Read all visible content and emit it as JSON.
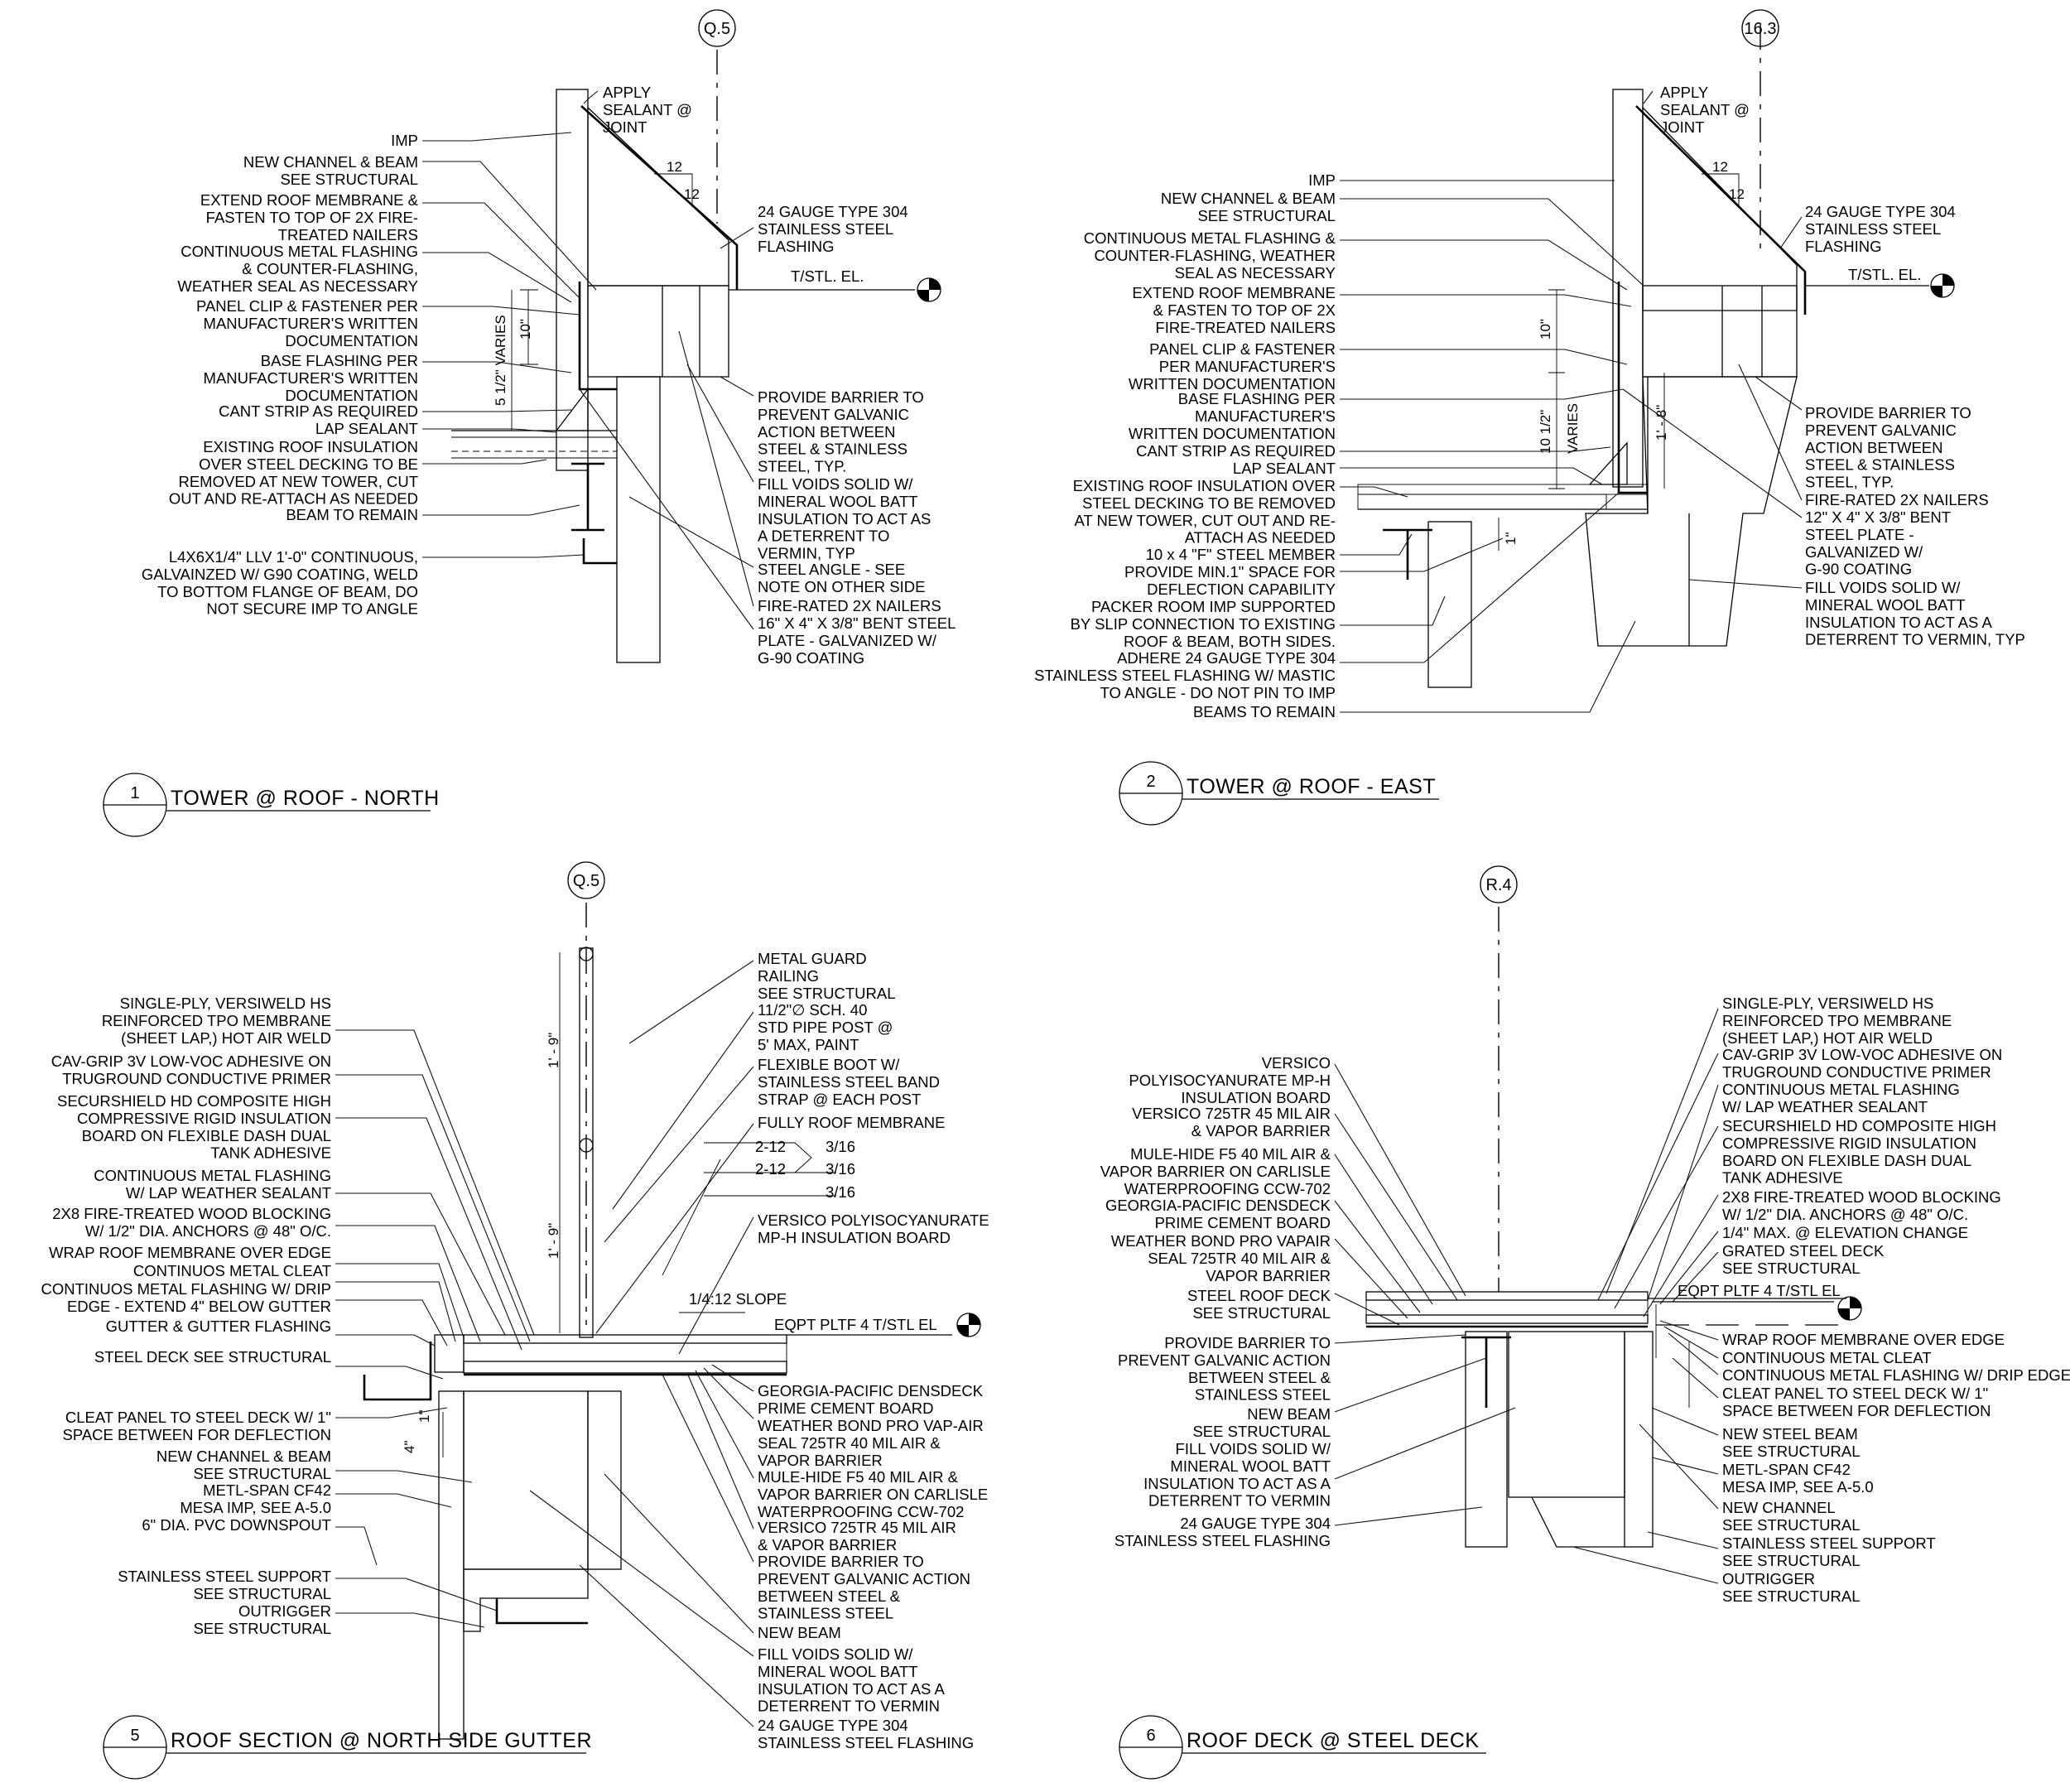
{
  "sheet": {
    "details": [
      {
        "id": "d1",
        "number": "1",
        "title": "TOWER @ ROOF - NORTH",
        "grid_bubble": "Q.5",
        "elevation_marker": "T/STL. EL.",
        "slope": [
          "12",
          "12"
        ],
        "dims": [
          "10\"",
          "5 1/2\" VARIES"
        ],
        "left_notes": [
          "IMP",
          "NEW CHANNEL & BEAM\nSEE STRUCTURAL",
          "EXTEND ROOF MEMBRANE &\nFASTEN TO TOP OF 2X FIRE-\nTREATED NAILERS",
          "CONTINUOUS METAL FLASHING\n& COUNTER-FLASHING,\nWEATHER SEAL AS NECESSARY",
          "PANEL CLIP & FASTENER PER\nMANUFACTURER'S WRITTEN\nDOCUMENTATION",
          "BASE FLASHING PER\nMANUFACTURER'S WRITTEN\nDOCUMENTATION",
          "CANT STRIP AS REQUIRED",
          "LAP SEALANT",
          "EXISTING ROOF INSULATION\nOVER STEEL DECKING TO BE\nREMOVED AT NEW TOWER, CUT\nOUT AND RE-ATTACH AS NEEDED",
          "BEAM TO REMAIN",
          "L4X6X1/4\" LLV 1'-0\" CONTINUOUS,\nGALVAINZED W/ G90 COATING, WELD\nTO BOTTOM FLANGE OF BEAM, DO\nNOT SECURE IMP TO ANGLE"
        ],
        "right_notes": [
          "APPLY\nSEALANT @\nJOINT",
          "24 GAUGE TYPE 304\nSTAINLESS STEEL\nFLASHING",
          "PROVIDE BARRIER TO\nPREVENT GALVANIC\nACTION BETWEEN\nSTEEL & STAINLESS\nSTEEL, TYP.",
          "FILL VOIDS SOLID W/\nMINERAL WOOL BATT\nINSULATION TO ACT AS\nA DETERRENT TO\nVERMIN, TYP",
          "STEEL ANGLE - SEE\nNOTE ON OTHER SIDE",
          "FIRE-RATED 2X NAILERS",
          "16\" X 4\" X 3/8\" BENT STEEL\nPLATE - GALVANIZED W/\nG-90 COATING"
        ]
      },
      {
        "id": "d2",
        "number": "2",
        "title": "TOWER @ ROOF - EAST",
        "grid_bubble": "16.3",
        "elevation_marker": "T/STL. EL.",
        "slope": [
          "12",
          "12"
        ],
        "dims": [
          "10\"",
          "10 1/2\"",
          "VARIES",
          "1' - 8\"",
          "1\""
        ],
        "left_notes": [
          "IMP",
          "NEW CHANNEL & BEAM\nSEE STRUCTURAL",
          "CONTINUOUS METAL FLASHING &\nCOUNTER-FLASHING, WEATHER\nSEAL AS NECESSARY",
          "EXTEND ROOF MEMBRANE\n& FASTEN TO TOP OF 2X\nFIRE-TREATED NAILERS",
          "PANEL CLIP & FASTENER\nPER MANUFACTURER'S\nWRITTEN DOCUMENTATION",
          "BASE FLASHING PER\nMANUFACTURER'S\nWRITTEN DOCUMENTATION",
          "CANT STRIP AS REQUIRED",
          "LAP SEALANT",
          "EXISTING ROOF INSULATION OVER\nSTEEL DECKING TO BE REMOVED\nAT NEW TOWER, CUT OUT AND RE-\nATTACH AS NEEDED",
          "10 x 4 \"F\" STEEL MEMBER",
          "PROVIDE MIN.1\" SPACE FOR\nDEFLECTION CAPABILITY",
          "PACKER ROOM IMP SUPPORTED\nBY SLIP CONNECTION TO EXISTING\nROOF & BEAM, BOTH SIDES.",
          "ADHERE 24 GAUGE TYPE 304\nSTAINLESS STEEL FLASHING W/ MASTIC\nTO ANGLE - DO NOT PIN TO IMP",
          "BEAMS TO REMAIN"
        ],
        "right_notes": [
          "APPLY\nSEALANT @\nJOINT",
          "24 GAUGE TYPE 304\nSTAINLESS STEEL\nFLASHING",
          "PROVIDE BARRIER TO\nPREVENT GALVANIC\nACTION BETWEEN\nSTEEL & STAINLESS\nSTEEL, TYP.",
          "FIRE-RATED 2X NAILERS",
          "12\" X 4\" X 3/8\" BENT\nSTEEL PLATE -\nGALVANIZED W/\nG-90 COATING",
          "FILL VOIDS SOLID W/\nMINERAL WOOL BATT\nINSULATION TO ACT AS A\nDETERRENT TO VERMIN, TYP"
        ]
      },
      {
        "id": "d5",
        "number": "5",
        "title": "ROOF SECTION @ NORTH SIDE GUTTER",
        "grid_bubble": "Q.5",
        "elevation_marker": "EQPT PLTF 4 T/STL EL",
        "slope_text": "1/4:12 SLOPE",
        "weld_symbols": [
          {
            "spacing": "2-12",
            "size": "3/16"
          },
          {
            "spacing": "2-12",
            "size": "3/16"
          },
          {
            "spacing": "",
            "size": "3/16"
          }
        ],
        "dims": [
          "1' - 9\"",
          "1' - 9\"",
          "1\"",
          "4\""
        ],
        "left_notes": [
          "SINGLE-PLY, VERSIWELD HS\nREINFORCED TPO MEMBRANE\n(SHEET LAP,) HOT AIR WELD",
          "CAV-GRIP 3V LOW-VOC ADHESIVE ON\nTRUGROUND CONDUCTIVE PRIMER",
          "SECURSHIELD HD COMPOSITE HIGH\nCOMPRESSIVE RIGID INSULATION\nBOARD ON FLEXIBLE DASH DUAL\nTANK ADHESIVE",
          "CONTINUOUS METAL FLASHING\nW/ LAP WEATHER SEALANT",
          "2X8 FIRE-TREATED WOOD BLOCKING\nW/ 1/2\" DIA. ANCHORS @ 48\" O/C.",
          "WRAP ROOF MEMBRANE OVER EDGE",
          "CONTINUOS METAL CLEAT",
          "CONTINUOS METAL FLASHING W/ DRIP\nEDGE - EXTEND 4\" BELOW GUTTER",
          "GUTTER & GUTTER FLASHING",
          "STEEL DECK SEE STRUCTURAL",
          "CLEAT PANEL TO STEEL DECK W/ 1\"\nSPACE BETWEEN FOR DEFLECTION",
          "NEW CHANNEL & BEAM\nSEE STRUCTURAL",
          "METL-SPAN CF42\nMESA IMP, SEE A-5.0",
          "6\" DIA. PVC DOWNSPOUT",
          "STAINLESS STEEL SUPPORT\nSEE STRUCTURAL",
          "OUTRIGGER\nSEE STRUCTURAL"
        ],
        "right_notes": [
          "METAL GUARD\nRAILING\nSEE STRUCTURAL",
          "11/2\"∅ SCH. 40\nSTD PIPE POST @\n5' MAX, PAINT",
          "FLEXIBLE BOOT W/\nSTAINLESS STEEL BAND\nSTRAP @ EACH POST",
          "FULLY ROOF MEMBRANE",
          "VERSICO POLYISOCYANURATE\nMP-H INSULATION BOARD",
          "GEORGIA-PACIFIC DENSDECK\nPRIME CEMENT BOARD",
          "WEATHER BOND PRO VAP-AIR\nSEAL 725TR 40 MIL AIR &\nVAPOR BARRIER",
          "MULE-HIDE F5  40 MIL AIR &\nVAPOR BARRIER ON CARLISLE\nWATERPROOFING CCW-702",
          "VERSICO 725TR 45 MIL AIR\n& VAPOR BARRIER",
          "PROVIDE BARRIER TO\nPREVENT GALVANIC ACTION\nBETWEEN STEEL &\nSTAINLESS STEEL",
          "NEW BEAM",
          "FILL VOIDS SOLID W/\nMINERAL WOOL BATT\nINSULATION TO ACT AS A\nDETERRENT TO VERMIN",
          "24 GAUGE TYPE 304\nSTAINLESS STEEL FLASHING"
        ]
      },
      {
        "id": "d6",
        "number": "6",
        "title": "ROOF DECK @ STEEL DECK",
        "grid_bubble": "R.4",
        "elevation_marker": "EQPT PLTF 4 T/STL EL",
        "left_notes": [
          "VERSICO\nPOLYISOCYANURATE MP-H\nINSULATION BOARD",
          "VERSICO 725TR 45 MIL AIR\n& VAPOR BARRIER",
          "MULE-HIDE F5  40 MIL AIR &\nVAPOR BARRIER ON CARLISLE\nWATERPROOFING CCW-702",
          "GEORGIA-PACIFIC DENSDECK\nPRIME CEMENT BOARD",
          "WEATHER BOND PRO VAPAIR\nSEAL 725TR 40 MIL AIR &\nVAPOR BARRIER",
          "STEEL ROOF DECK\nSEE STRUCTURAL",
          "PROVIDE BARRIER TO\nPREVENT GALVANIC ACTION\nBETWEEN STEEL &\nSTAINLESS STEEL",
          "NEW BEAM\nSEE STRUCTURAL",
          "FILL VOIDS SOLID W/\nMINERAL WOOL BATT\nINSULATION TO ACT AS A\nDETERRENT TO VERMIN",
          "24 GAUGE TYPE 304\nSTAINLESS STEEL FLASHING"
        ],
        "right_notes": [
          "SINGLE-PLY, VERSIWELD HS\nREINFORCED TPO MEMBRANE\n(SHEET LAP,) HOT AIR WELD",
          "CAV-GRIP 3V LOW-VOC ADHESIVE ON\nTRUGROUND CONDUCTIVE PRIMER",
          "CONTINUOUS METAL FLASHING\nW/ LAP WEATHER SEALANT",
          "SECURSHIELD HD COMPOSITE HIGH\nCOMPRESSIVE RIGID INSULATION\nBOARD ON FLEXIBLE DASH DUAL\nTANK ADHESIVE",
          "2X8 FIRE-TREATED WOOD BLOCKING\nW/ 1/2\" DIA. ANCHORS @ 48\" O/C.",
          "1/4\" MAX. @ ELEVATION CHANGE",
          "GRATED STEEL DECK\nSEE STRUCTURAL",
          "WRAP ROOF MEMBRANE OVER EDGE",
          "CONTINUOUS METAL CLEAT",
          "CONTINUOUS METAL FLASHING W/ DRIP EDGE",
          "CLEAT PANEL TO STEEL DECK W/ 1\"\nSPACE BETWEEN FOR DEFLECTION",
          "NEW STEEL BEAM\nSEE STRUCTURAL",
          "METL-SPAN CF42\nMESA IMP, SEE A-5.0",
          "NEW CHANNEL\nSEE STRUCTURAL",
          "STAINLESS STEEL SUPPORT\nSEE STRUCTURAL",
          "OUTRIGGER\nSEE STRUCTURAL"
        ]
      }
    ]
  }
}
